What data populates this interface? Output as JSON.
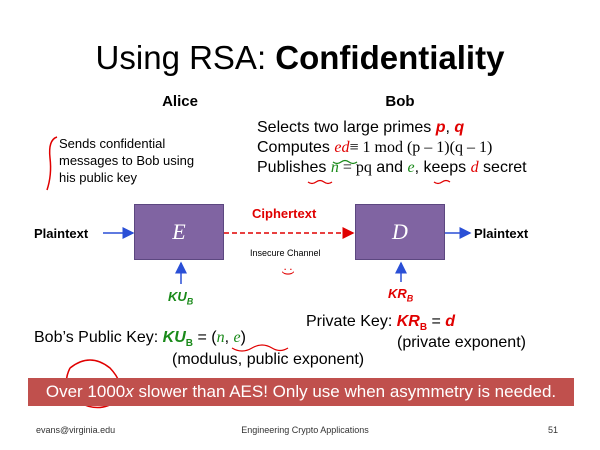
{
  "title": {
    "normal": "Using RSA: ",
    "bold": "Confidentiality"
  },
  "alice_label": "Alice",
  "bob_label": "Bob",
  "bob": {
    "line1_prefix": "Selects two large primes ",
    "p": "p",
    "sep": ", ",
    "q": "q",
    "line2_prefix": "Computes ",
    "ed": "ed",
    "line2_formula": "≡ 1 mod (p – 1)(q – 1)",
    "line3_prefix": "Publishes ",
    "n": "n",
    "line3_eq": " = pq",
    "line3_and": " and ",
    "e": "e",
    "line3_keeps": ", keeps ",
    "d": "d",
    "line3_secret": " secret"
  },
  "side_note": "Sends confidential messages to Bob using his public key",
  "encrypt_box": "E",
  "decrypt_box": "D",
  "plaintext_in": "Plaintext",
  "plaintext_out": "Plaintext",
  "ciphertext": "Ciphertext",
  "channel": "Insecure Channel",
  "smiley": ":)",
  "ku_b": {
    "main": "KU",
    "sub": "B"
  },
  "kr_b": {
    "main": "KR",
    "sub": "B"
  },
  "public_key": {
    "prefix": "Bob’s Public Key:  ",
    "key_main": "KU",
    "key_sub": "B",
    "eq": " = (",
    "n": "n",
    "comma": ", ",
    "e": "e",
    "close": ")",
    "desc": "(modulus, public exponent)"
  },
  "private_key": {
    "prefix": "Private Key:  ",
    "key_main": "KR",
    "key_sub": "B",
    "eq": " = ",
    "d": "d",
    "desc": "(private exponent)"
  },
  "banner": {
    "pre": "Over 1000",
    "x": "x",
    "post": " slower than AES! Only use when asymmetry is needed."
  },
  "footer": {
    "left": "evans@virginia.edu",
    "center": "Engineering Crypto Applications",
    "right": "51"
  },
  "colors": {
    "box": "#8064a2",
    "red": "#e00000",
    "green": "#1a8a1a",
    "blue_arrow": "#2a4fd6",
    "banner": "#c0504d"
  }
}
